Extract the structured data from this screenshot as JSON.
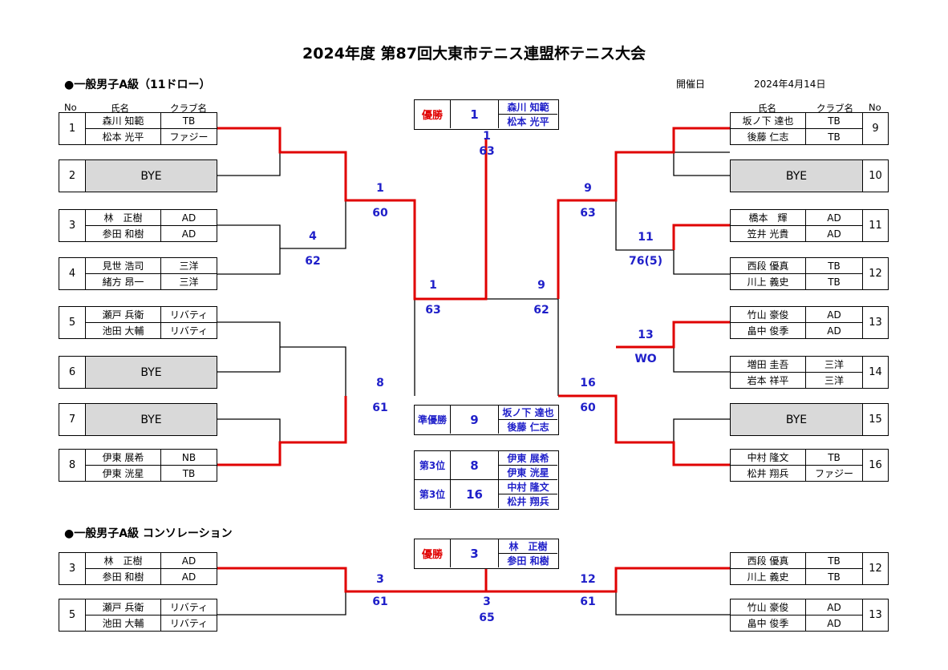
{
  "title": "2024年度 第87回大東市テニス連盟杯テニス大会",
  "section_main": "●一般男子A級（11ドロー）",
  "section_consolation": "●一般男子A級 コンソレーション",
  "date_label": "開催日",
  "date_value": "2024年4月14日",
  "headers": {
    "no": "No",
    "name": "氏名",
    "club": "クラブ名"
  },
  "bye_label": "BYE",
  "left_entries": [
    {
      "no": "1",
      "p1": "森川 知範",
      "c1": "TB",
      "p2": "松本 光平",
      "c2": "ファジー"
    },
    {
      "no": "2",
      "bye": true
    },
    {
      "no": "3",
      "p1": "林　正樹",
      "c1": "AD",
      "p2": "参田 和樹",
      "c2": "AD"
    },
    {
      "no": "4",
      "p1": "見世 浩司",
      "c1": "三洋",
      "p2": "緒方 昂一",
      "c2": "三洋"
    },
    {
      "no": "5",
      "p1": "瀬戸 兵衛",
      "c1": "リバティ",
      "p2": "池田 大輔",
      "c2": "リバティ"
    },
    {
      "no": "6",
      "bye": true
    },
    {
      "no": "7",
      "bye": true
    },
    {
      "no": "8",
      "p1": "伊東 展希",
      "c1": "NB",
      "p2": "伊東 洸星",
      "c2": "TB"
    }
  ],
  "right_entries": [
    {
      "no": "9",
      "p1": "坂ノ下 達也",
      "c1": "TB",
      "p2": "後藤 仁志",
      "c2": "TB"
    },
    {
      "no": "10",
      "bye": true
    },
    {
      "no": "11",
      "p1": "橋本　輝",
      "c1": "AD",
      "p2": "笠井 光貴",
      "c2": "AD"
    },
    {
      "no": "12",
      "p1": "西段 優真",
      "c1": "TB",
      "p2": "川上 義史",
      "c2": "TB"
    },
    {
      "no": "13",
      "p1": "竹山 豪俊",
      "c1": "AD",
      "p2": "畠中 俊季",
      "c2": "AD"
    },
    {
      "no": "14",
      "p1": "増田 圭吾",
      "c1": "三洋",
      "p2": "岩本 祥平",
      "c2": "三洋"
    },
    {
      "no": "15",
      "bye": true
    },
    {
      "no": "16",
      "p1": "中村 隆文",
      "c1": "TB",
      "p2": "松井 翔兵",
      "c2": "ファジー"
    }
  ],
  "consolation_left": [
    {
      "no": "3",
      "p1": "林　正樹",
      "c1": "AD",
      "p2": "参田 和樹",
      "c2": "AD"
    },
    {
      "no": "5",
      "p1": "瀬戸 兵衛",
      "c1": "リバティ",
      "p2": "池田 大輔",
      "c2": "リバティ"
    }
  ],
  "consolation_right": [
    {
      "no": "12",
      "p1": "西段 優真",
      "c1": "TB",
      "p2": "川上 義史",
      "c2": "TB"
    },
    {
      "no": "13",
      "p1": "竹山 豪俊",
      "c1": "AD",
      "p2": "畠中 俊季",
      "c2": "AD"
    }
  ],
  "scores": {
    "r1_left_a": {
      "winner": "4",
      "score": "62"
    },
    "r2_left_a": {
      "winner": "1",
      "score": "60"
    },
    "r2_left_b": {
      "winner": "8",
      "score": "61"
    },
    "sf_left": {
      "winner": "1",
      "score": "63"
    },
    "final": {
      "winner": "1",
      "score": "63"
    },
    "sf_right": {
      "winner": "9",
      "score": "62"
    },
    "r2_right_a": {
      "winner": "9",
      "score": "63"
    },
    "r1_right_a": {
      "winner": "11",
      "score": "76(5)"
    },
    "r1_right_b": {
      "winner": "13",
      "score": "WO"
    },
    "r2_right_b": {
      "winner": "16",
      "score": "60"
    },
    "cons_left": {
      "winner": "3",
      "score": "61"
    },
    "cons_right": {
      "winner": "12",
      "score": "61"
    },
    "cons_final": {
      "winner": "3",
      "score": "65"
    }
  },
  "results": {
    "champion": {
      "label": "優勝",
      "no": "1",
      "p1": "森川 知範",
      "p2": "松本 光平"
    },
    "runner_up": {
      "label": "準優勝",
      "no": "9",
      "p1": "坂ノ下 達也",
      "p2": "後藤 仁志"
    },
    "third_a": {
      "label": "第3位",
      "no": "8",
      "p1": "伊東 展希",
      "p2": "伊東 洸星"
    },
    "third_b": {
      "label": "第3位",
      "no": "16",
      "p1": "中村 隆文",
      "p2": "松井 翔兵"
    },
    "cons_champion": {
      "label": "優勝",
      "no": "3",
      "p1": "林　正樹",
      "p2": "参田 和樹"
    }
  },
  "colors": {
    "win_line": "#e00000",
    "line": "#000000",
    "score": "#1f1fc9",
    "bye_fill": "#d9d9d9",
    "champion_label": "#e00000"
  }
}
